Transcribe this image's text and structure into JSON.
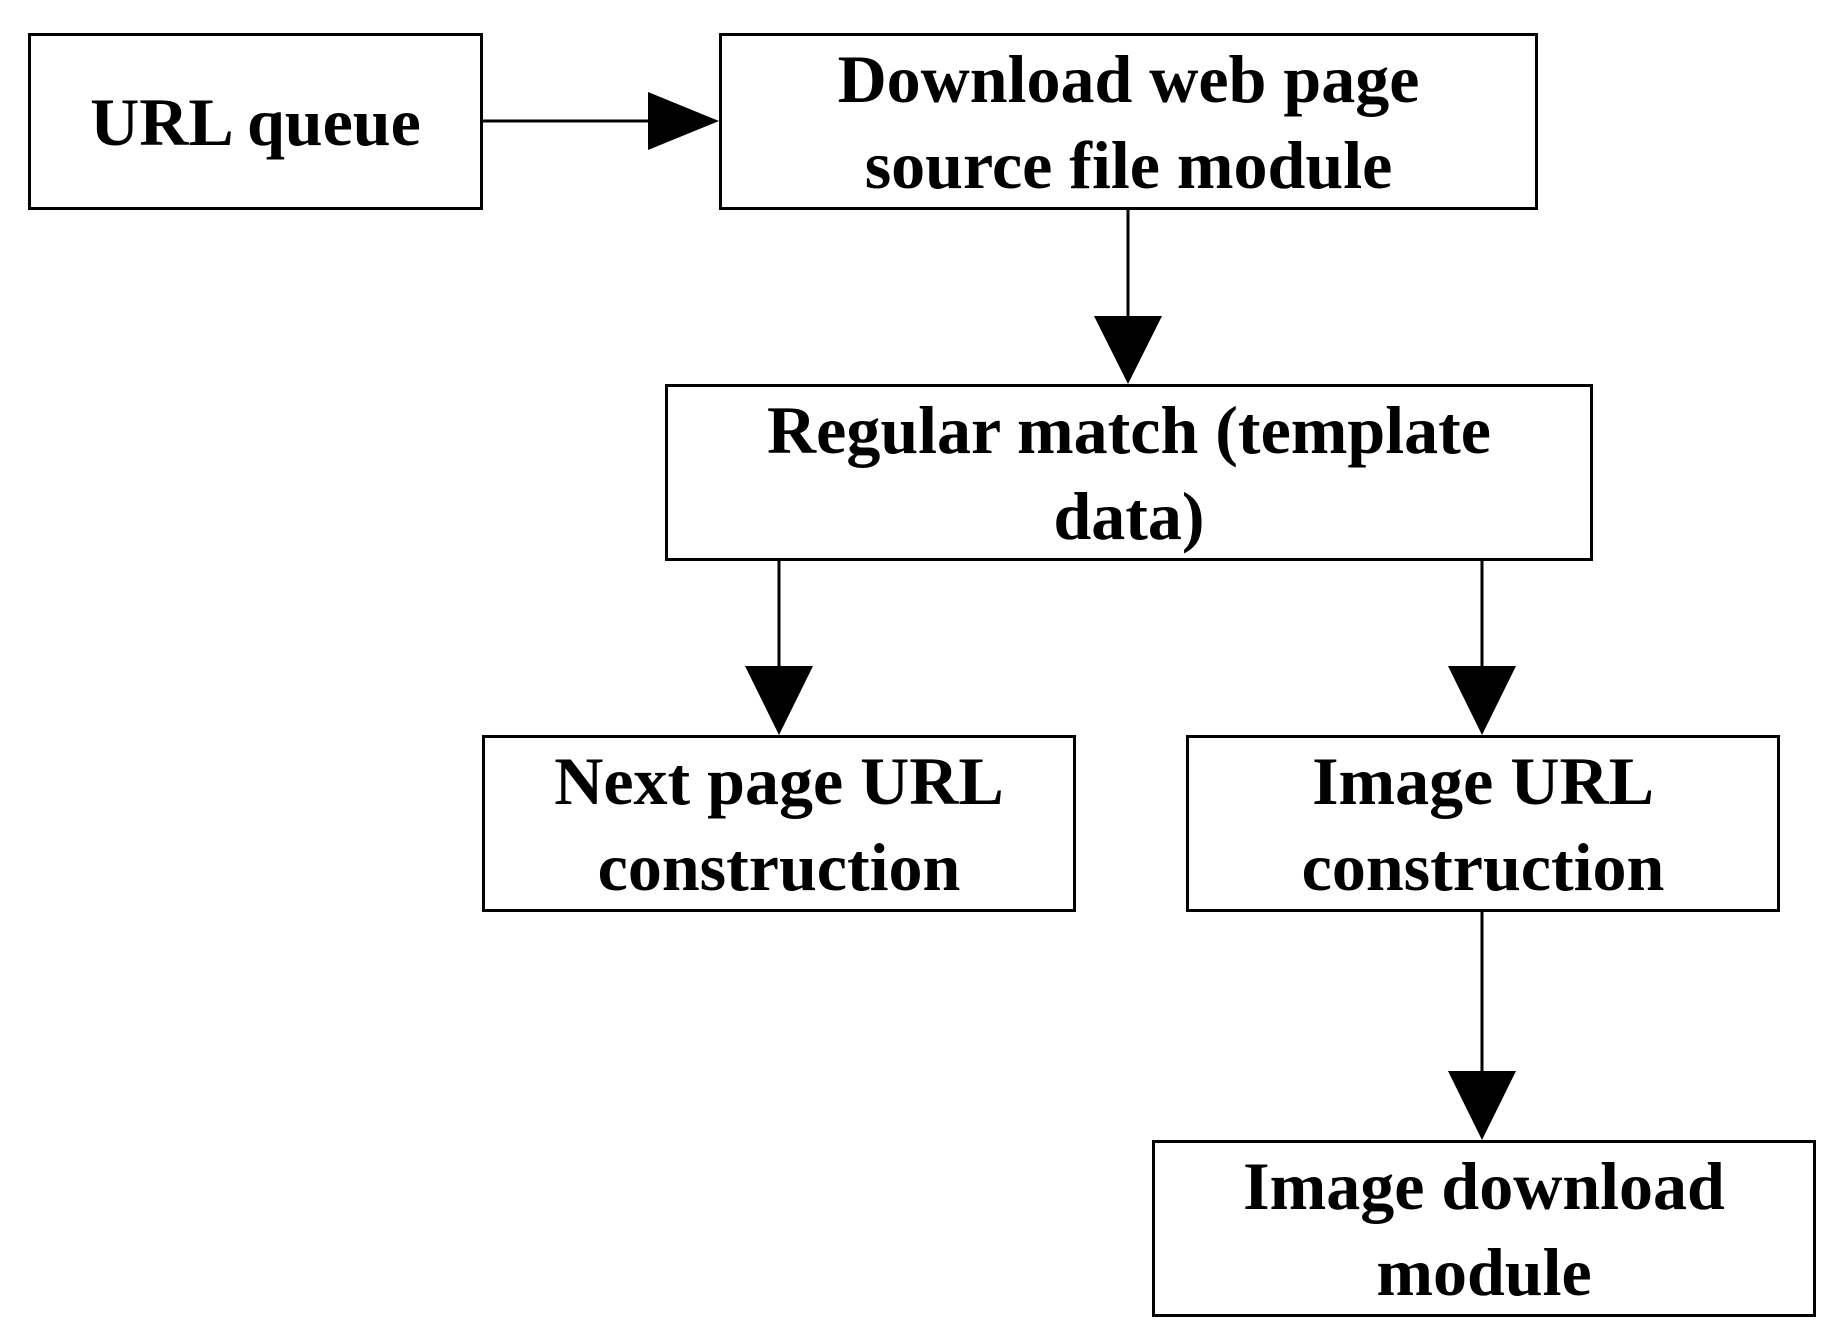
{
  "diagram": {
    "nodes": {
      "url_queue": "URL queue",
      "download_source": "Download web page\nsource file module",
      "regular_match": "Regular match (template\ndata)",
      "next_page_url": "Next page URL\nconstruction",
      "image_url": "Image URL\nconstruction",
      "image_download": "Image download\nmodule"
    },
    "edges": [
      {
        "from": "url_queue",
        "to": "download_source"
      },
      {
        "from": "download_source",
        "to": "regular_match"
      },
      {
        "from": "regular_match",
        "to": "next_page_url"
      },
      {
        "from": "regular_match",
        "to": "image_url"
      },
      {
        "from": "image_url",
        "to": "image_download"
      }
    ],
    "colors": {
      "stroke": "#000000",
      "background": "#ffffff"
    }
  }
}
